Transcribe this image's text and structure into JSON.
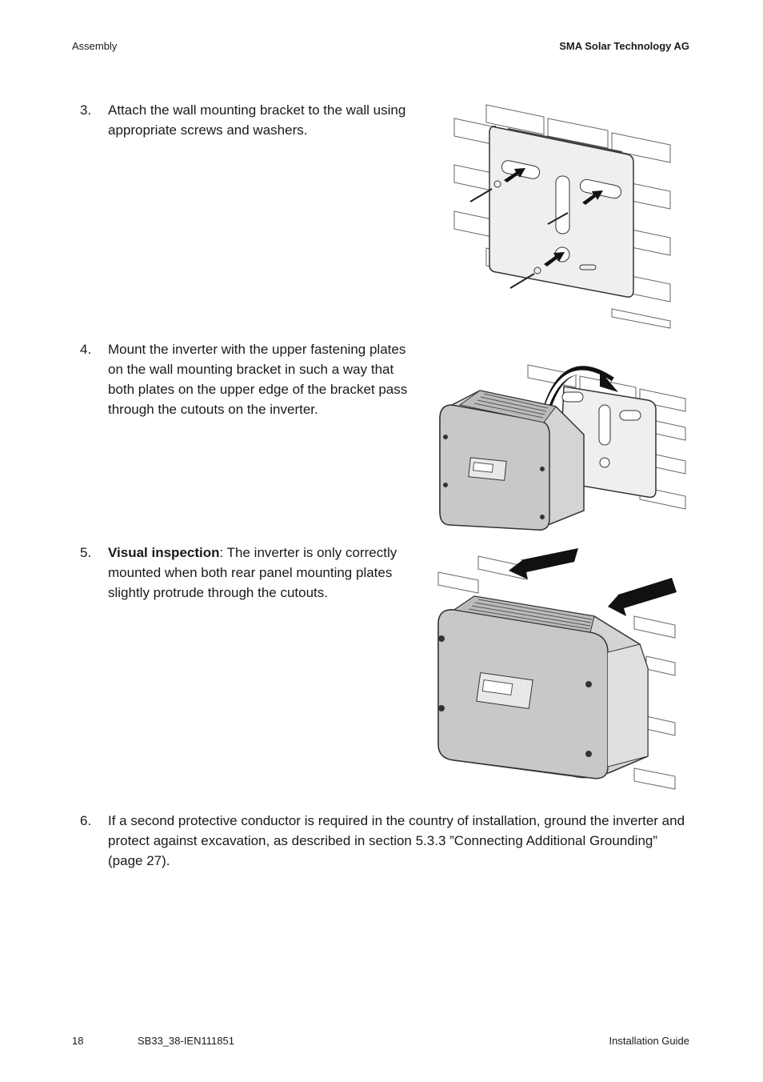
{
  "header": {
    "section": "Assembly",
    "company": "SMA Solar Technology AG"
  },
  "steps": [
    {
      "number": "3.",
      "text": "Attach the wall mounting bracket to the wall using appropriate screws and washers."
    },
    {
      "number": "4.",
      "text": "Mount the inverter with the upper fastening plates on the wall mounting bracket in such a way that both plates on the upper edge of the bracket pass through the cutouts on the inverter."
    },
    {
      "number": "5.",
      "bold": "Visual inspection",
      "text": ": The inverter is only correctly mounted when both rear panel mounting plates slightly protrude through the cutouts."
    },
    {
      "number": "6.",
      "text": "If a second protective conductor is required in the country of installation, ground the inverter and protect against excavation, as described in section 5.3.3 ”Connecting Additional Grounding” (page 27)."
    }
  ],
  "footer": {
    "page": "18",
    "doc_id": "SB33_38-IEN111851",
    "title": "Installation Guide"
  },
  "colors": {
    "text": "#1a1a1a",
    "inverter_body": "#c8c8c8",
    "arrow": "#111111"
  }
}
